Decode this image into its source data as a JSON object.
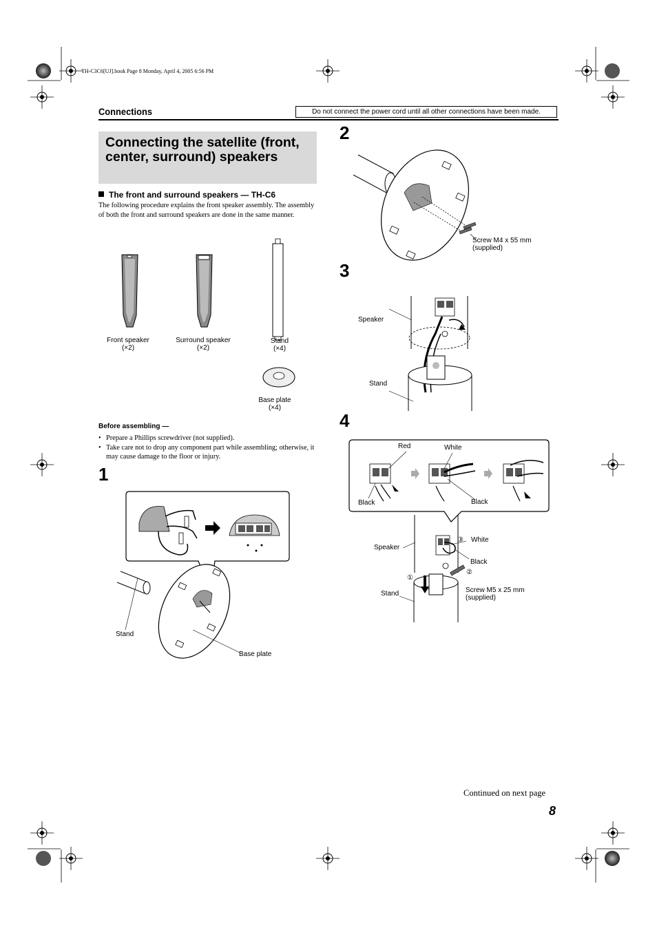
{
  "print_meta": "TH-C3C6[UJ].book  Page 8  Monday, April 4, 2005  6:56 PM",
  "header": {
    "section": "Connections",
    "warning": "Do not connect the power cord until all other connections have been made."
  },
  "title": "Connecting the satellite (front, center, surround) speakers",
  "subheading": "The front and surround speakers — TH-C6",
  "intro": "The following procedure explains the front speaker assembly. The assembly of both the front and surround speakers are done in the same manner.",
  "parts": {
    "front": {
      "name": "Front speaker",
      "qty": "(×2)"
    },
    "surround": {
      "name": "Surround speaker",
      "qty": "(×2)"
    },
    "stand": {
      "name": "Stand",
      "qty": "(×4)"
    },
    "base": {
      "name": "Base plate",
      "qty": "(×4)"
    }
  },
  "before": {
    "heading": "Before assembling —",
    "items": [
      "Prepare a Phillips screwdriver (not supplied).",
      "Take care not to drop any component part while assembling; otherwise, it may cause damage to the floor or injury."
    ]
  },
  "steps": {
    "s1": {
      "num": "1",
      "stand": "Stand",
      "base": "Base plate"
    },
    "s2": {
      "num": "2",
      "screw": "Screw M4 x 55 mm",
      "supplied": "(supplied)"
    },
    "s3": {
      "num": "3",
      "speaker": "Speaker",
      "stand": "Stand"
    },
    "s4": {
      "num": "4",
      "red": "Red",
      "white_top": "White",
      "black_left": "Black",
      "black_right": "Black",
      "speaker": "Speaker",
      "white": "White",
      "black": "Black",
      "stand": "Stand",
      "screw": "Screw M5 x 25 mm",
      "supplied": "(supplied)",
      "c1": "①",
      "c2": "②",
      "c3": "③"
    }
  },
  "footer": {
    "continued": "Continued on next page",
    "page": "8"
  }
}
